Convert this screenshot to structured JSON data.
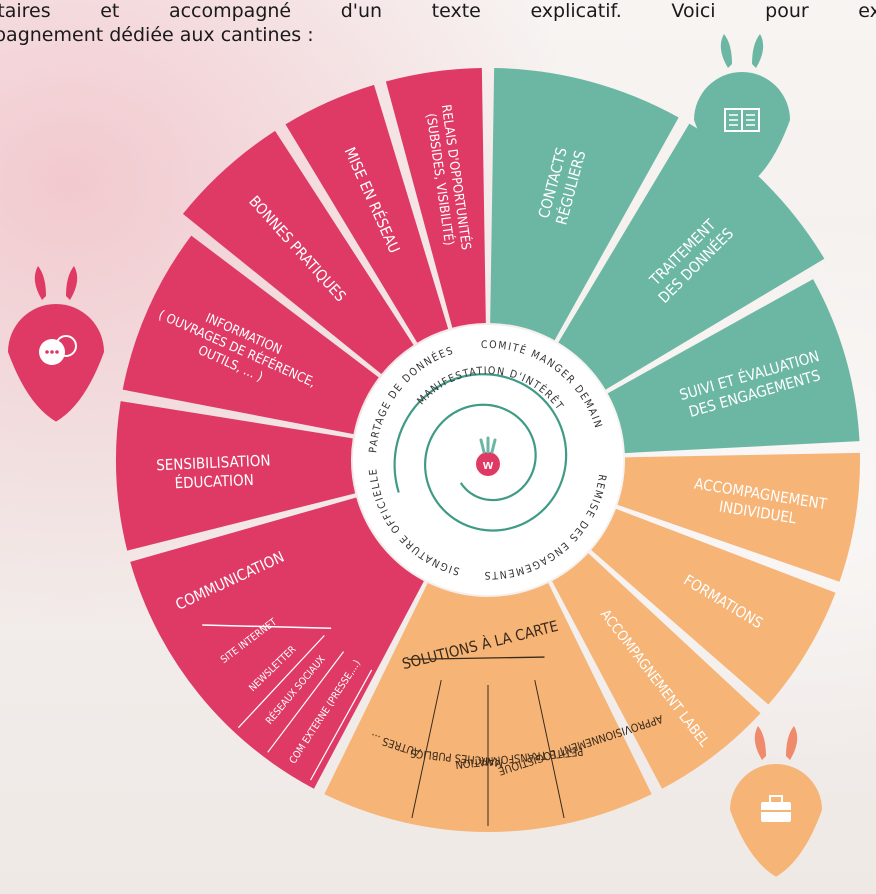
{
  "intro": {
    "line1": "itaires et accompagné d'un texte explicatif. Voici pour exe",
    "line2": "pagnement dédiée aux cantines :"
  },
  "colors": {
    "pink": "#df3a65",
    "teal": "#6cb7a4",
    "orange": "#f6b476",
    "center_white": "#ffffff",
    "line_teal": "#3f9a86"
  },
  "wheel": {
    "pink": [
      {
        "name": "relais-opportunites",
        "lines": [
          "RELAIS D'OPPORTUNITÉS",
          "(SUBSIDES, VISIBILITÉ)"
        ]
      },
      {
        "name": "mise-en-reseau",
        "lines": [
          "MISE EN RÉSEAU"
        ]
      },
      {
        "name": "bonnes-pratiques",
        "lines": [
          "BONNES PRATIQUES"
        ]
      },
      {
        "name": "information",
        "lines": [
          "INFORMATION",
          "( OUVRAGES DE RÉFÉRENCE,",
          "OUTILS, ... )"
        ]
      },
      {
        "name": "sensibilisation",
        "lines": [
          "SENSIBILISATION",
          "ÉDUCATION"
        ]
      },
      {
        "name": "communication",
        "lines": [
          "COMMUNICATION"
        ]
      }
    ],
    "communication_sub": [
      "SITE INTERNET",
      "NEWSLETTER",
      "RÉSEAUX SOCIAUX",
      "COM EXTERNE (PRESSE,...)"
    ],
    "teal": [
      {
        "name": "contacts-reguliers",
        "lines": [
          "CONTACTS",
          "RÉGULIERS"
        ]
      },
      {
        "name": "traitement-donnees",
        "lines": [
          "TRAITEMENT",
          "DES DONNÉES"
        ]
      },
      {
        "name": "suivi-evaluation",
        "lines": [
          "SUIVI ET ÉVALUATION",
          "DES ENGAGEMENTS"
        ]
      }
    ],
    "orange": [
      {
        "name": "accompagnement-individuel",
        "lines": [
          "ACCOMPAGNEMENT",
          "INDIVIDUEL"
        ]
      },
      {
        "name": "formations",
        "lines": [
          "FORMATIONS"
        ]
      },
      {
        "name": "accompagnement-label",
        "lines": [
          "ACCOMPAGNEMENT LABEL"
        ]
      }
    ],
    "solutions_title": "SOLUTIONS À LA CARTE",
    "solutions_sub": [
      "APPROVISIONNEMENT LOGISTIQUE",
      "PETITE TRANSFORMATION",
      "MARCHÉS PUBLICS",
      "AUTRES ..."
    ]
  },
  "center": {
    "outer_ring": [
      "PARTAGE DE DONNÉES",
      "COMITÉ MANGER DEMAIN",
      "REMISE DES ENGAGEMENTS",
      "SIGNATURE OFFICIELLE"
    ],
    "inner_ring": "MANIFESTATION D'INTÉRÊT",
    "logo_letter": "w"
  },
  "pins": [
    {
      "name": "book-pin",
      "icon": "book-icon",
      "color": "#6cb7a4"
    },
    {
      "name": "chat-pin",
      "icon": "chat-bubbles-icon",
      "color": "#df3a65"
    },
    {
      "name": "briefcase-pin",
      "icon": "briefcase-icon",
      "color": "#f6b476"
    }
  ]
}
